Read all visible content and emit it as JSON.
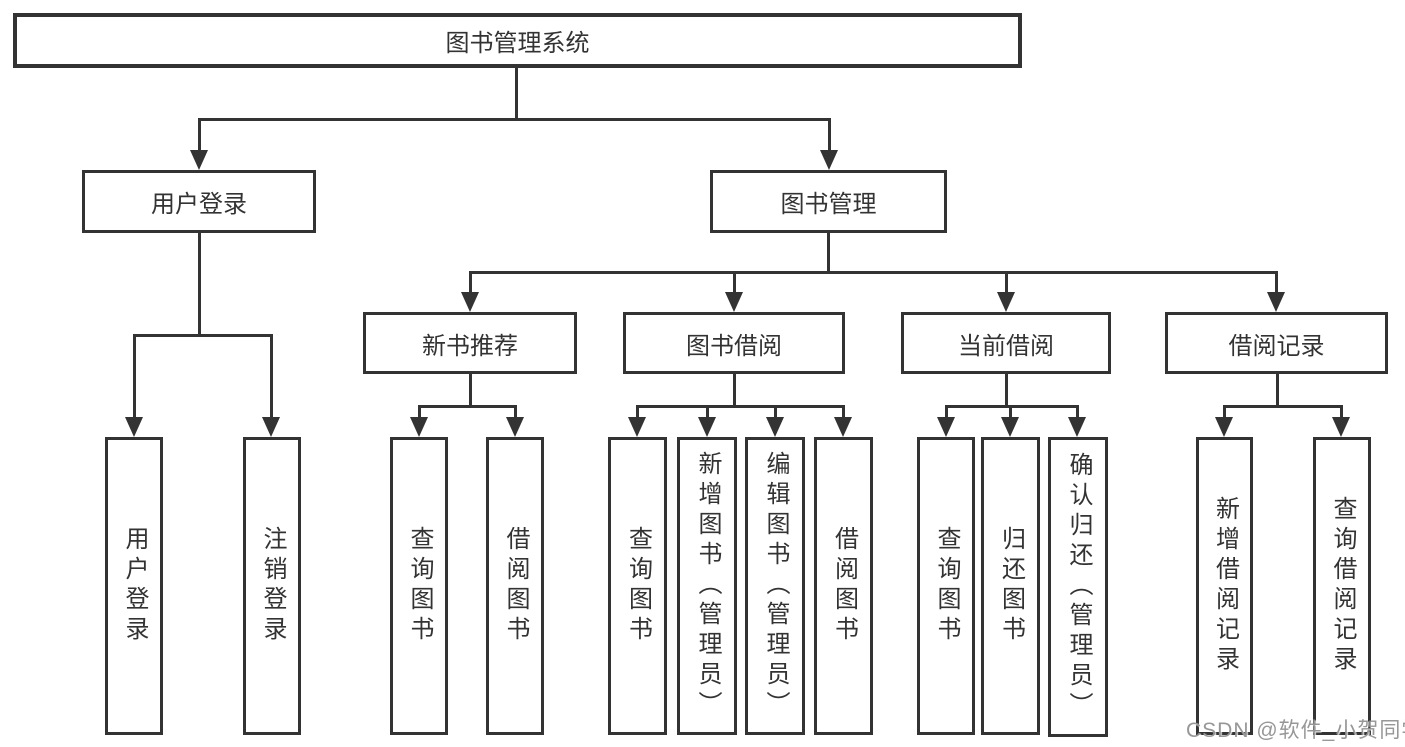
{
  "nodes": {
    "root": "图书管理系统",
    "level2": [
      {
        "label": "用户登录",
        "children": [
          "用户登录",
          "注销登录"
        ]
      },
      {
        "label": "图书管理",
        "children": [
          {
            "label": "新书推荐",
            "children": [
              "查询图书",
              "借阅图书"
            ]
          },
          {
            "label": "图书借阅",
            "children": [
              "查询图书",
              "新增图书（管理员）",
              "编辑图书（管理员）",
              "借阅图书"
            ]
          },
          {
            "label": "当前借阅",
            "children": [
              "查询图书",
              "归还图书",
              "确认归还（管理员）"
            ]
          },
          {
            "label": "借阅记录",
            "children": [
              "新增借阅记录",
              "查询借阅记录"
            ]
          }
        ]
      }
    ]
  },
  "watermark": "CSDN @软件_小贺同学",
  "colors": {
    "stroke": "#333333",
    "background": "#ffffff",
    "watermark_text": "#919191"
  }
}
